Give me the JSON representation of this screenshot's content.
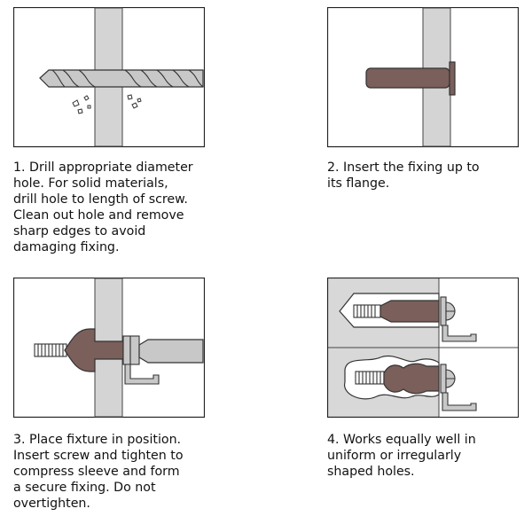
{
  "steps": [
    {
      "number": 1,
      "text": "1. Drill appropriate diameter\nhole. For solid materials,\ndrill hole to length of screw.\nClean out hole and remove\nsharp edges to avoid\ndamaging fixing."
    },
    {
      "number": 2,
      "text": "2. Insert the fixing up to\nits flange."
    },
    {
      "number": 3,
      "text": "3. Place fixture in position.\nInsert screw and tighten to\ncompress sleeve and form\na secure fixing. Do not\novertighten."
    },
    {
      "number": 4,
      "text": "4. Works equally well in\nuniform or irregularly\nshaped holes."
    }
  ],
  "colors": {
    "wall": "#d4d4d4",
    "sleeve": "#7a5f5b",
    "metal": "#c8c8c8",
    "outline": "#333333",
    "panel_bg": "#ffffff",
    "material_bg": "#d8d8d8"
  }
}
